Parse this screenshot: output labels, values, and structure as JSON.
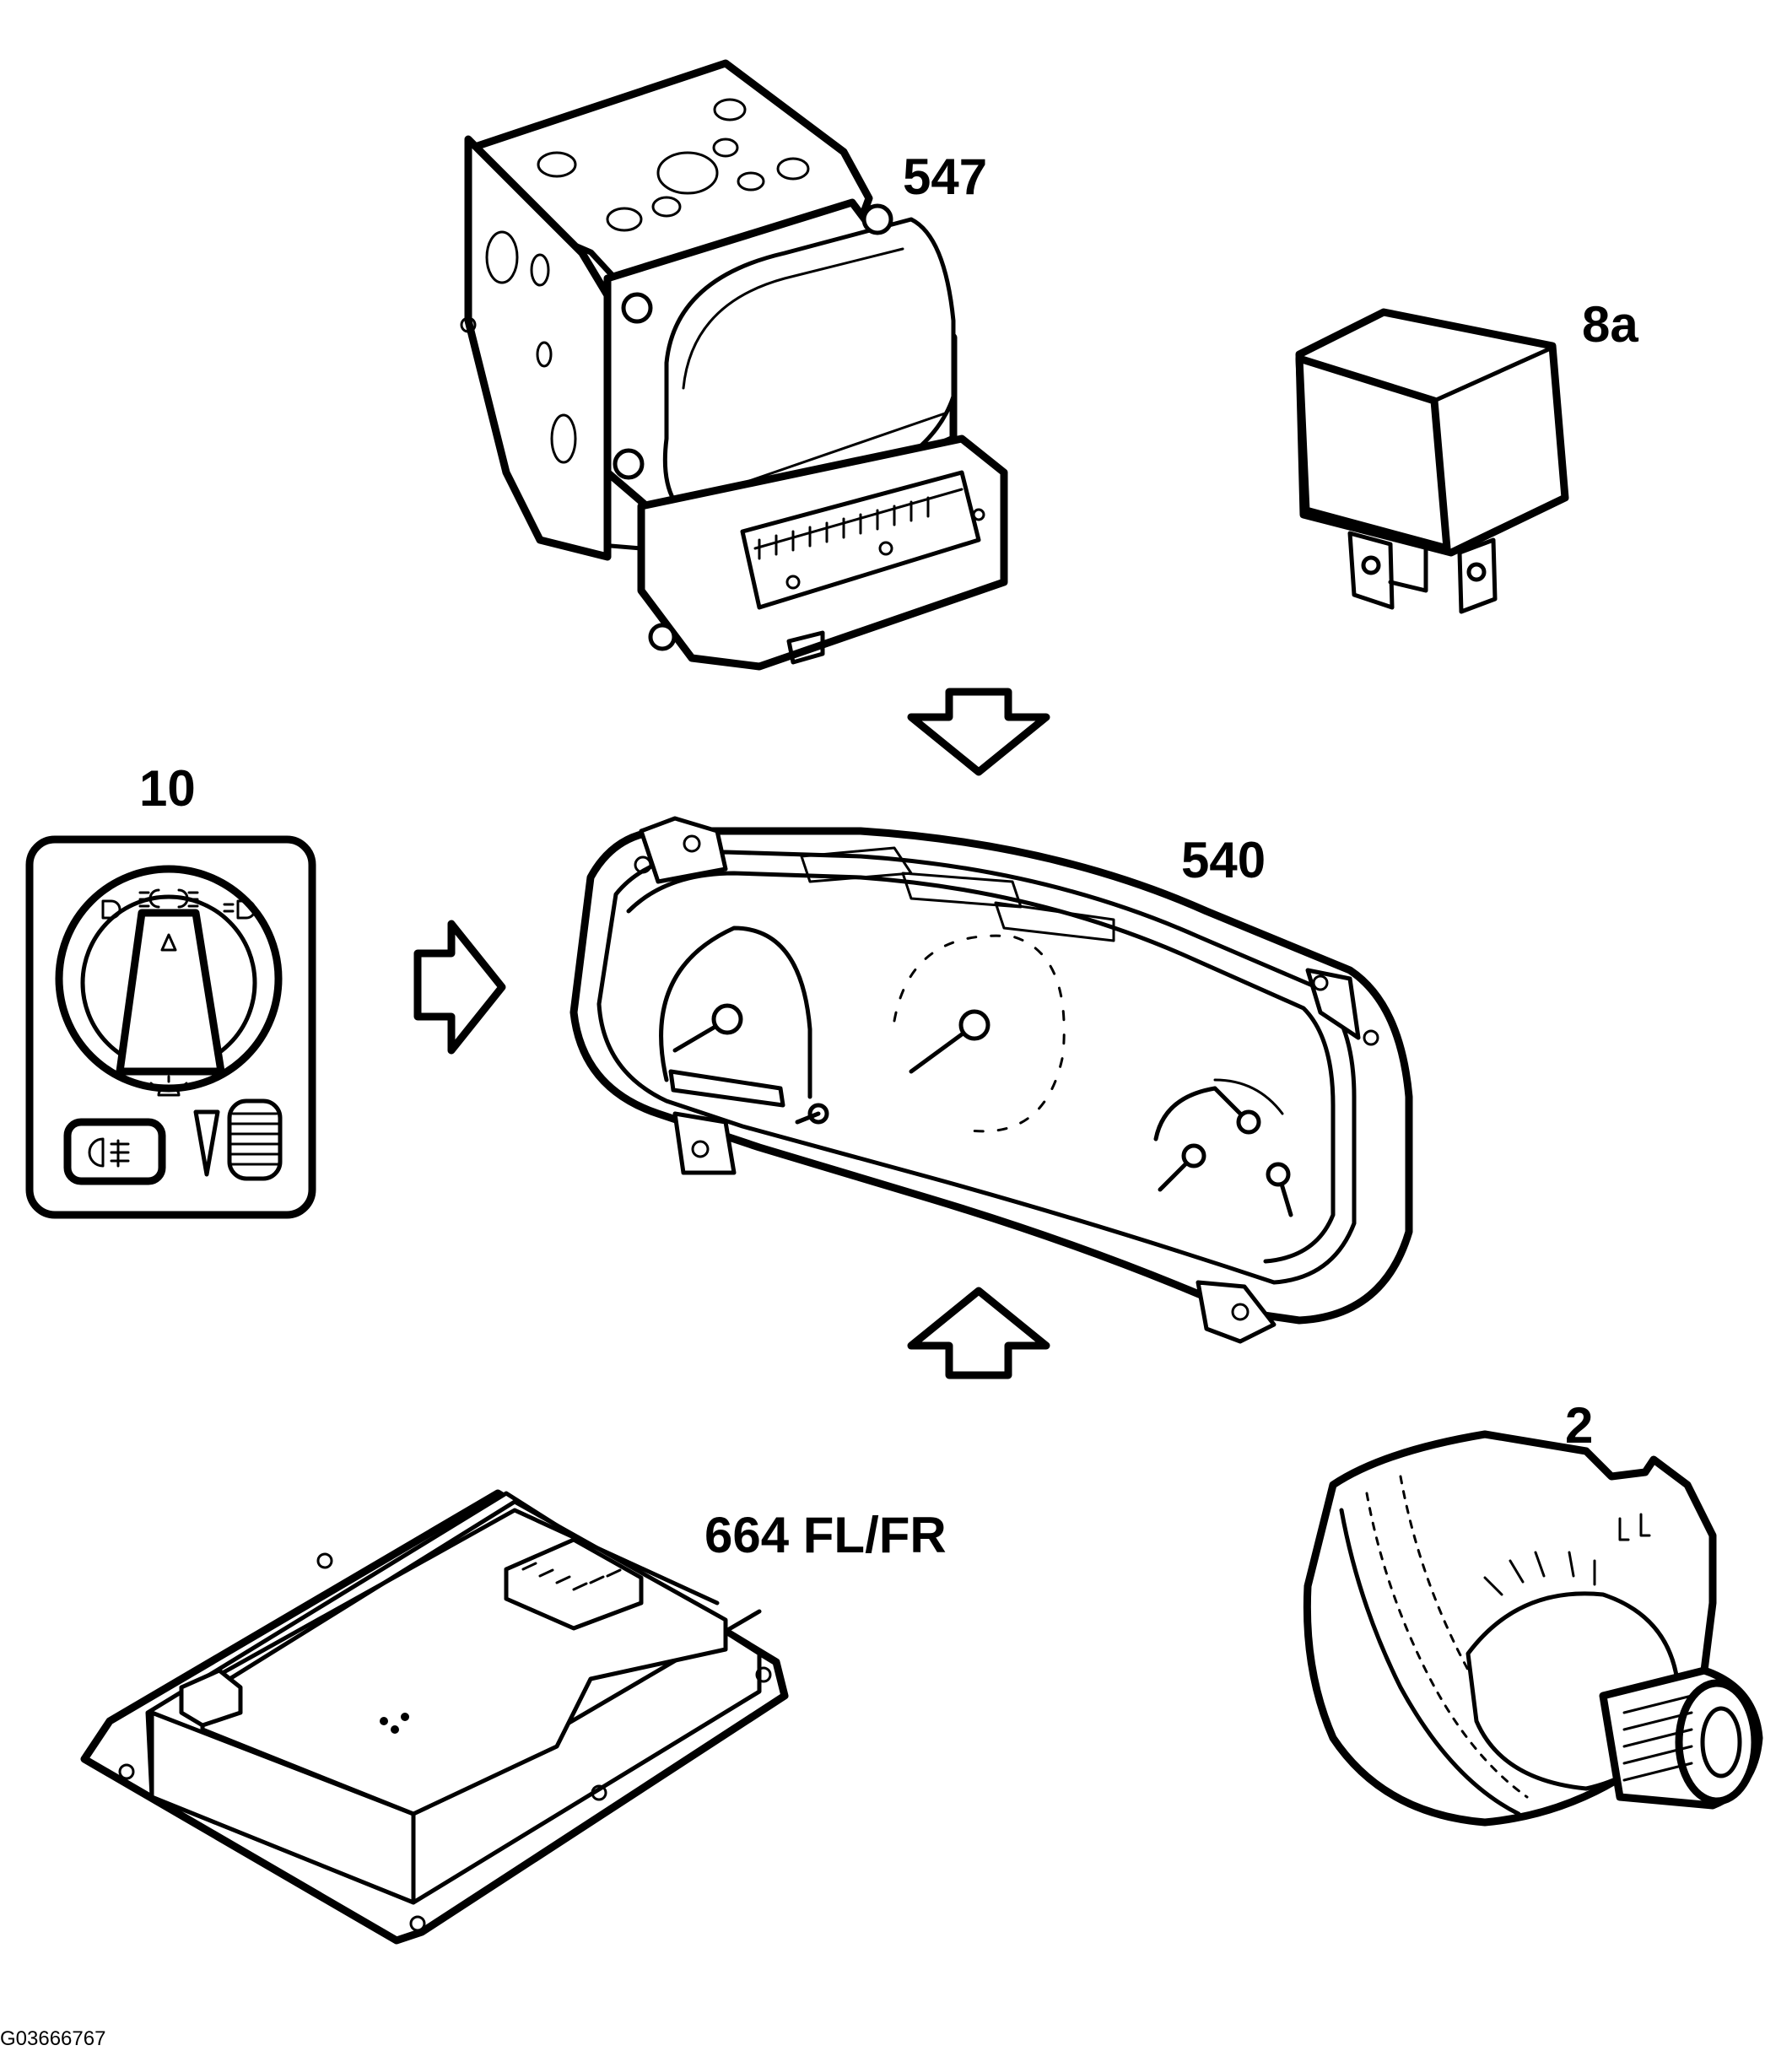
{
  "labels": {
    "abs_unit": "547",
    "relay": "8a",
    "light_switch": "10",
    "instrument_cluster": "540",
    "alternator": "2",
    "control_module": "664 FL/FR"
  },
  "reference_id": "G03666767",
  "colors": {
    "line": "#000000",
    "background": "#ffffff"
  }
}
